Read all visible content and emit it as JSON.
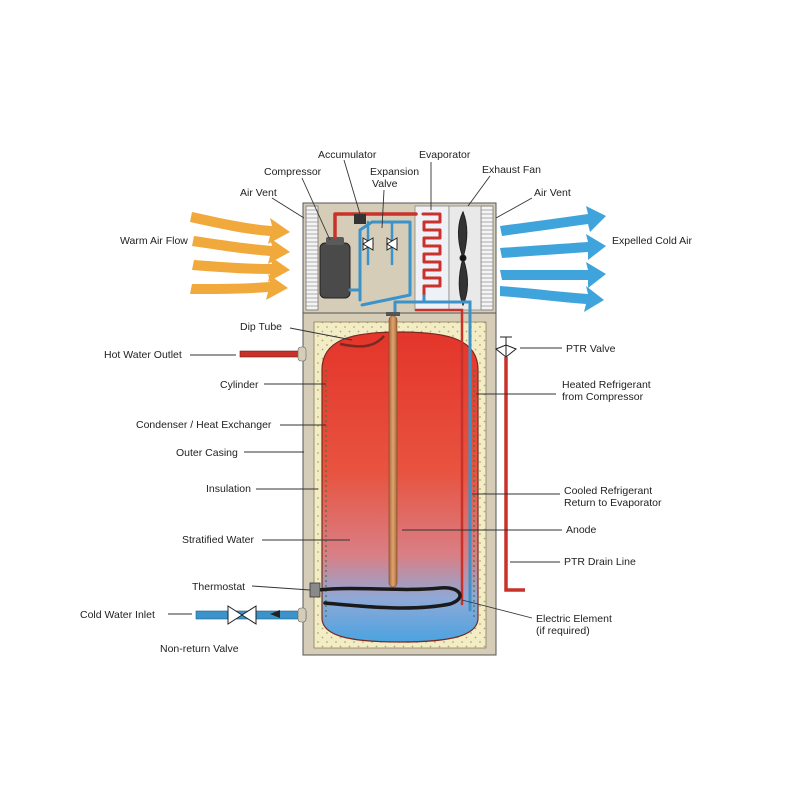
{
  "labels": {
    "accumulator": "Accumulator",
    "compressor": "Compressor",
    "expansion_valve_line1": "Expansion",
    "expansion_valve_line2": "Valve",
    "evaporator": "Evaporator",
    "exhaust_fan": "Exhaust Fan",
    "air_vent_left": "Air Vent",
    "air_vent_right": "Air Vent",
    "warm_air_flow": "Warm Air Flow",
    "expelled_cold_air": "Expelled Cold Air",
    "dip_tube": "Dip Tube",
    "hot_water_outlet": "Hot Water Outlet",
    "ptr_valve": "PTR Valve",
    "cylinder": "Cylinder",
    "heated_refrigerant_line1": "Heated Refrigerant",
    "heated_refrigerant_line2": "from Compressor",
    "condenser": "Condenser / Heat Exchanger",
    "outer_casing": "Outer Casing",
    "insulation": "Insulation",
    "cooled_refrigerant_line1": "Cooled Refrigerant",
    "cooled_refrigerant_line2": "Return to Evaporator",
    "anode": "Anode",
    "stratified_water": "Stratified Water",
    "ptr_drain_line": "PTR Drain Line",
    "thermostat": "Thermostat",
    "cold_water_inlet": "Cold Water Inlet",
    "electric_element_line1": "Electric Element",
    "electric_element_line2": "(if required)",
    "non_return_valve": "Non-return Valve"
  },
  "colors": {
    "warm_air": "#f2a93b",
    "cold_air": "#3fa3dc",
    "hot_pipe": "#c8322b",
    "cold_pipe": "#3c93c9",
    "casing": "#d6cdb9",
    "insulation": "#f3edc6",
    "water_hot": "#e63a2e",
    "water_mid": "#e85d4a",
    "water_cold": "#5aa8df",
    "anode": "#c98a55",
    "refrigerant_hot": "#c8322b",
    "refrigerant_cold": "#3c93c9"
  }
}
